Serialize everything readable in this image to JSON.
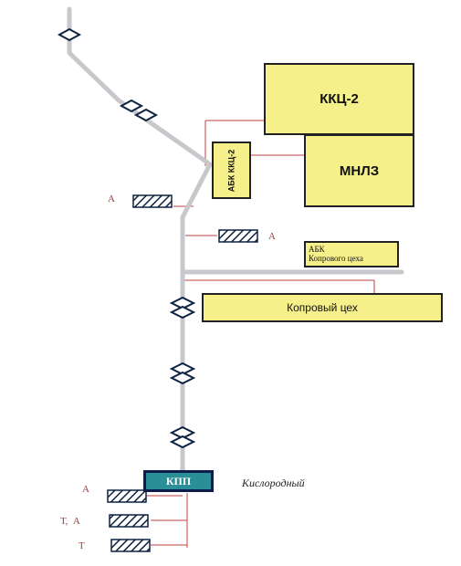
{
  "buildings": {
    "kkc2": "ККЦ-2",
    "mnlz": "МНЛЗ",
    "abk_kkc2": "АБК ККЦ-2",
    "abk_koprovogo_line1": "АБК",
    "abk_koprovogo_line2": "Копрового цеха",
    "koprovy_ceh": "Копровый цех"
  },
  "station": {
    "kpp": "КПП",
    "kislorodny": "Кислородный"
  },
  "markers": {
    "a1": "А",
    "a2": "А",
    "a3": "А",
    "ta": "Т,  А",
    "t": "Т"
  },
  "colors": {
    "pipeline": "#c8c8cc",
    "building_fill": "#f6f08a",
    "connector": "#c04040",
    "valve": "#0d2340",
    "kpp_fill": "#2a8f97"
  },
  "icons": [
    "valve-icon",
    "hatched-marker-icon"
  ]
}
